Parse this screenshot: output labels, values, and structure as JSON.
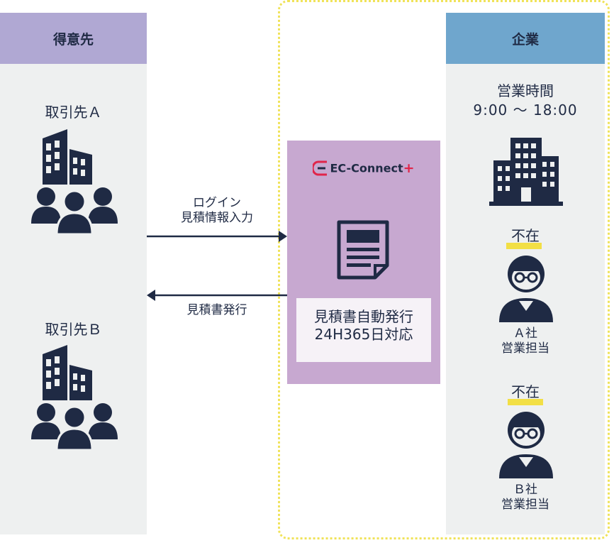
{
  "left": {
    "header": "得意先",
    "client_a": "取引先Ａ",
    "client_b": "取引先Ｂ"
  },
  "right": {
    "header": "企業",
    "hours_title": "営業時間",
    "hours_value": "9:00 ～ 18:00",
    "absent_label": "不在",
    "staff_a_1": "Ａ社",
    "staff_a_2": "営業担当",
    "staff_b_1": "Ｂ社",
    "staff_b_2": "営業担当"
  },
  "center": {
    "logo_text": "EC-Connect",
    "logo_plus": "+",
    "service_line1": "見積書自動発行",
    "service_line2": "24H365日対応"
  },
  "arrows": {
    "to_service_line1": "ログイン",
    "to_service_line2": "見積情報入力",
    "to_client": "見積書発行"
  },
  "colors": {
    "left_header": "#b0a8d3",
    "right_header": "#6fa6cd",
    "service_box": "#c7a8d0",
    "highlight": "#f2df45",
    "icon": "#1f2a44",
    "logo_red": "#e0254a"
  }
}
